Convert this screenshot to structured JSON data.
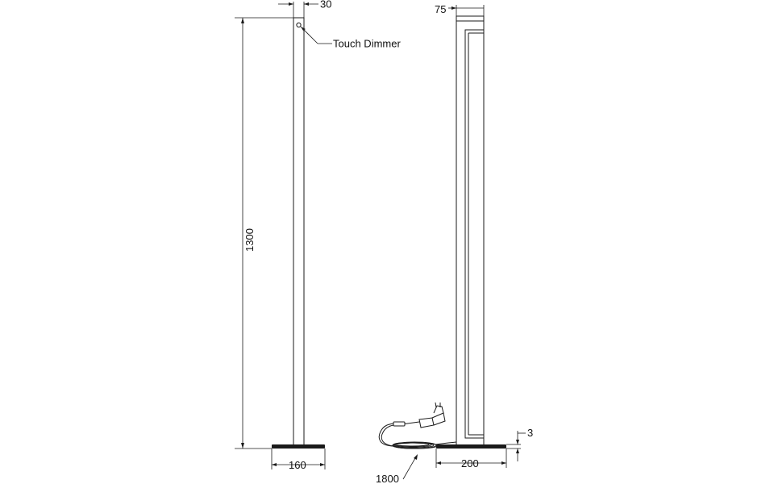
{
  "dimensions": {
    "front_width": "30",
    "height": "1300",
    "front_base": "160",
    "side_depth": "75",
    "side_base": "200",
    "base_thickness": "3",
    "cable_length": "1800"
  },
  "callouts": {
    "touch_dimmer": "Touch Dimmer"
  }
}
